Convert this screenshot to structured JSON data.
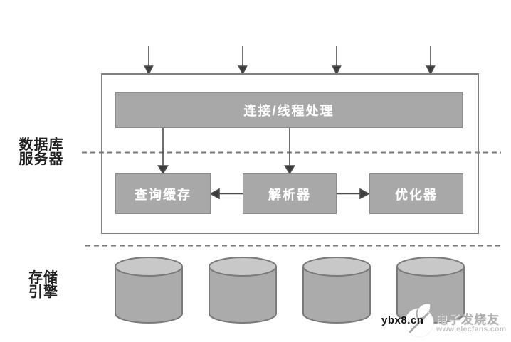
{
  "diagram": {
    "side_labels": {
      "database_server": [
        "数据库",
        "服务器"
      ],
      "storage_engine": [
        "存储",
        "引擎"
      ]
    },
    "boxes": {
      "connection": "连接/线程处理",
      "query_cache": "查询缓存",
      "parser": "解析器",
      "optimizer": "优化器"
    },
    "incoming_arrow_count": 4,
    "cylinder_count": 4,
    "colors": {
      "box_fill": "#a8a8a8",
      "box_border": "#8c8c8c",
      "box_text": "#ffffff",
      "outer_border": "#808080",
      "connector": "#4d4d4d",
      "dashed_line": "#7a7a7a",
      "cylinder_body": "#ababab",
      "cylinder_top": "#c8c8c8",
      "cylinder_border": "#7a7a7a",
      "label_text": "#1f1f1f"
    }
  },
  "watermark": {
    "site": "ybx8.cn",
    "brand": "电子发烧友",
    "url": "www.elecfans.com",
    "logo_icon": "elecfans-leaf-logo"
  }
}
